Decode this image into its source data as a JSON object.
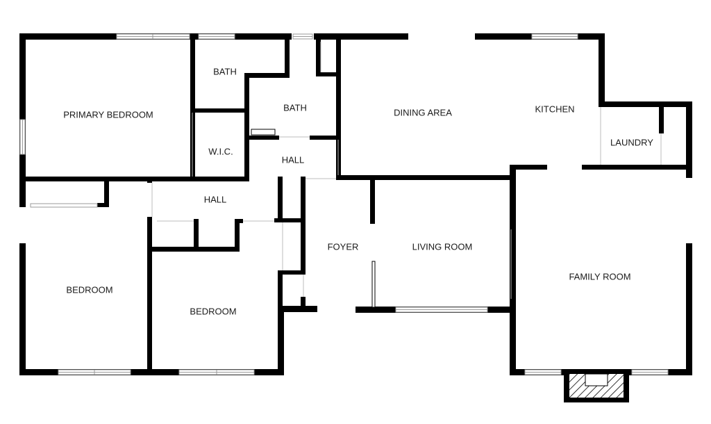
{
  "floor_plan": {
    "rooms": {
      "primary_bedroom": "PRIMARY BEDROOM",
      "bath_1": "BATH",
      "bath_2": "BATH",
      "wic": "W.I.C.",
      "hall_upper": "HALL",
      "hall_lower": "HALL",
      "dining_area": "DINING AREA",
      "kitchen": "KITCHEN",
      "laundry": "LAUNDRY",
      "bedroom_1": "BEDROOM",
      "bedroom_2": "BEDROOM",
      "foyer": "FOYER",
      "living_room": "LIVING ROOM",
      "family_room": "FAMILY ROOM"
    },
    "colors": {
      "wall": "#000000",
      "background": "#ffffff",
      "window_frame": "#9a9a9a",
      "label_text": "#1a1a1a"
    },
    "icons": {
      "fireplace": "fireplace-hatch-icon"
    }
  }
}
